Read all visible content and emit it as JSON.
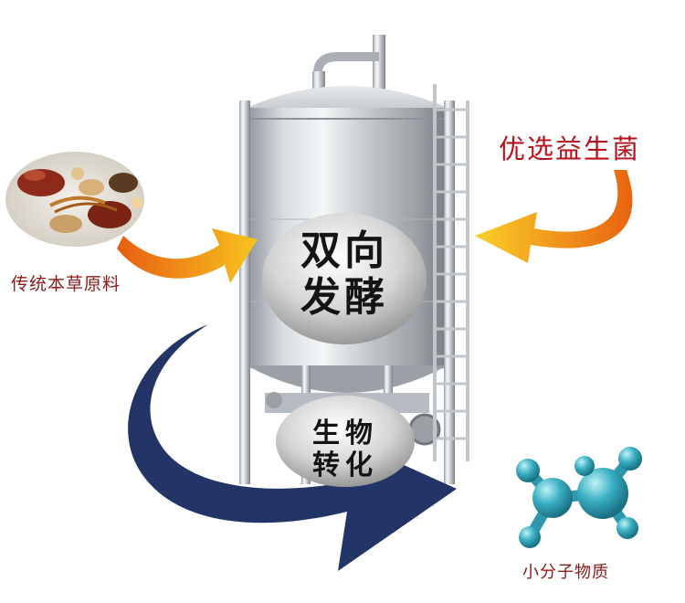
{
  "labels": {
    "herbs": "传统本草原料",
    "probiotics": "优选益生菌",
    "molecules": "小分子物质"
  },
  "badges": {
    "ferment_line1": "双向",
    "ferment_line2": "发酵",
    "bio_line1": "生物",
    "bio_line2": "转化"
  },
  "colors": {
    "arrow_orange": "#f39a1e",
    "arrow_navy": "#233566",
    "label_red": "#b5121b",
    "molecule_teal": "#2fa3b8"
  }
}
